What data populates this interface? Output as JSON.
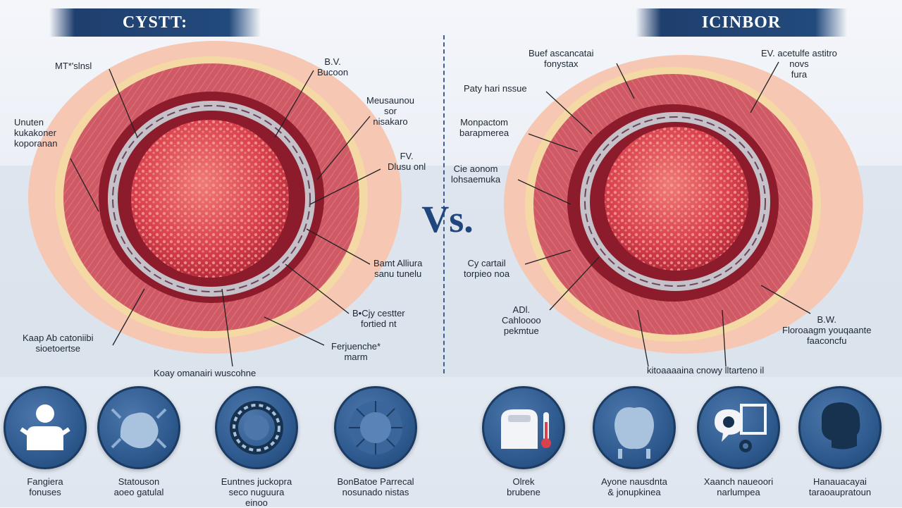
{
  "titles": {
    "left": "CYSTT:",
    "right": "ICINBOR"
  },
  "vs": "Vs.",
  "colors": {
    "banner": "#1f3f6e",
    "tissue": "#c9485a",
    "core": "#d9414e",
    "skin": "#f6c7b3",
    "icon": "#2e5a8f"
  },
  "left_labels": [
    "MT*'slnsl",
    "Unuten\nkukakoner\nkoporanan",
    "B.V.\nBucoon",
    "Meusaunou\nsor\nnisakaro",
    "FV.\nDlusu onl",
    "Bamt Alliura\nsanu tunelu",
    "B•Cjy cestter\nfortied nt",
    "Kaap Ab catoniibi\nsioetoertse",
    "Ferjuenche*\nmarm",
    "Koay omanairi wuscohne"
  ],
  "right_labels": [
    "Buef ascancatai\nfonystax",
    "EV. acetulfe astitro\nnovs\nfura",
    "Paty hari nssue",
    "Monpactom\nbarapmerea",
    "Cie aonom\nlohsaemuka",
    "Cy cartail\ntorpieo noa",
    "ADl.\nCahloooo\npekmtue",
    "B.W.\nFloroaagm youqaante\nfaaconcfu",
    "kitoaaaaina cnowy lltarteno il"
  ],
  "icons": [
    {
      "icon": "person-icon",
      "label": "Fangiera\nfonuses"
    },
    {
      "icon": "hand-tissue-icon",
      "label": "Statouson\naoeo gatulal"
    },
    {
      "icon": "ring-icon",
      "label": "Euntnes juckopra\nseco nuguura\neinoo"
    },
    {
      "icon": "tissue-section-icon",
      "label": "BonBatoe Parrecal\nnosunado nistas"
    },
    {
      "icon": "machine-thermometer-icon",
      "label": "Olrek\nbrubene"
    },
    {
      "icon": "organ-icon",
      "label": "Ayone nausdnta\n& jonupkinea"
    },
    {
      "icon": "speech-gear-icon",
      "label": "Xaanch naueoori\nnarlumpea"
    },
    {
      "icon": "head-profile-icon",
      "label": "Hanauacayai\ntaraoaupratoun"
    }
  ]
}
